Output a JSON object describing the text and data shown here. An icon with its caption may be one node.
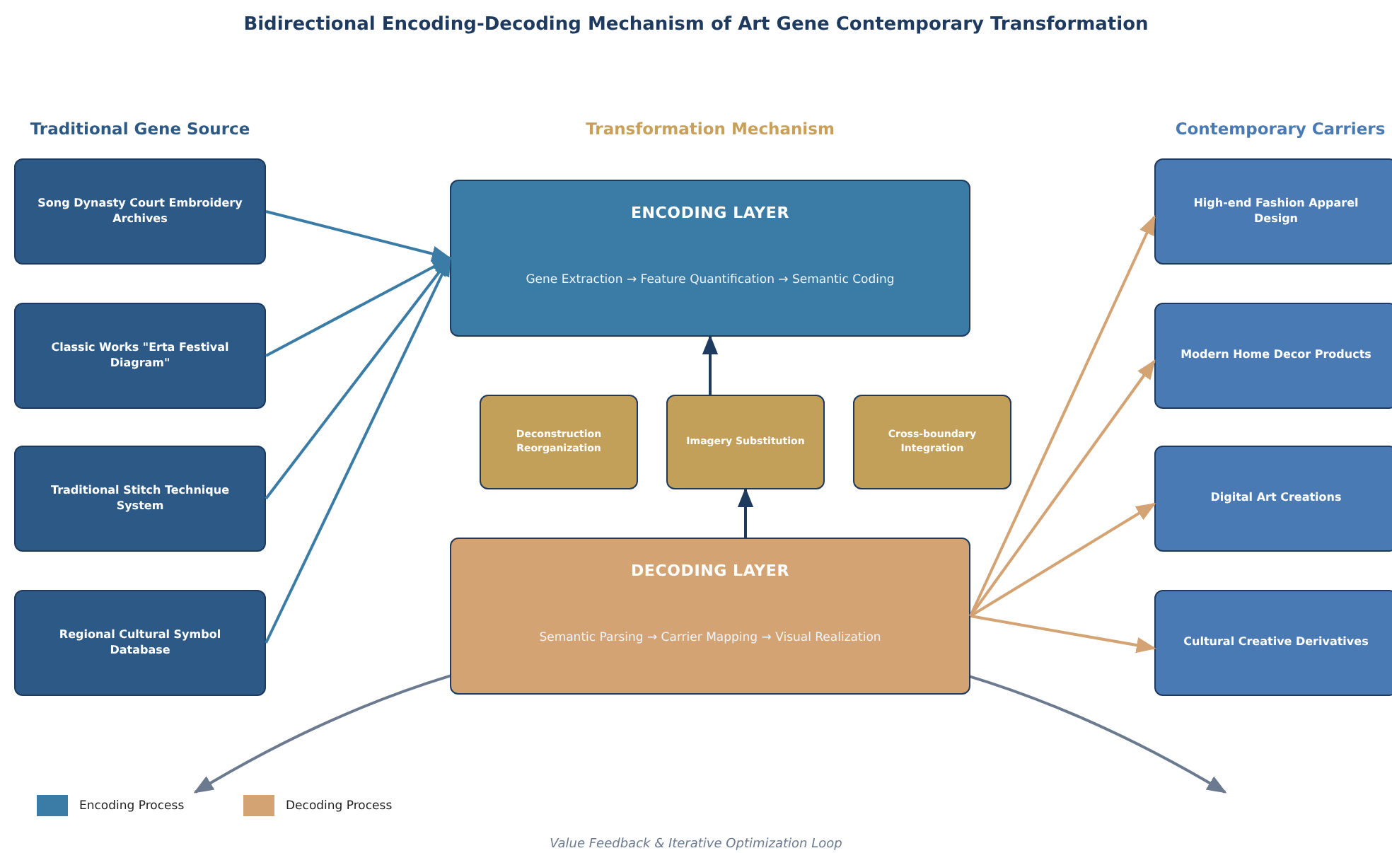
{
  "diagram": {
    "title": "Bidirectional Encoding-Decoding Mechanism of Art Gene Contemporary Transformation",
    "caption": "Value Feedback & Iterative Optimization Loop",
    "nodes": [
      {
        "text": [
          "Song Dynasty Court Embroidery Archives"
        ]
      },
      {
        "text": [
          "Classic Works \"Erta Festival Diagram\""
        ]
      },
      {
        "text": [
          "Traditional Stitch Technique System"
        ]
      },
      {
        "text": [
          "Regional Cultural Symbol Database"
        ]
      },
      {
        "text": [
          "ENCODING LAYER",
          "Gene Extraction → Feature Quantification → Semantic Coding"
        ]
      },
      {
        "text": [
          "Deconstruction Reorganization"
        ]
      },
      {
        "text": [
          "Imagery Substitution"
        ]
      },
      {
        "text": [
          "Cross-boundary Integration"
        ]
      },
      {
        "text": [
          "DECODING LAYER",
          "Semantic Parsing → Carrier Mapping → Visual Realization"
        ]
      },
      {
        "text": [
          "High-end Fashion Apparel Design"
        ]
      },
      {
        "text": [
          "Modern Home Decor Products"
        ]
      },
      {
        "text": [
          "Digital Art Creations"
        ]
      },
      {
        "text": [
          "Cultural Creative Derivatives"
        ]
      }
    ],
    "edges": [
      {
        "from": 0,
        "to": 4,
        "arrow": "to",
        "color": "#3a7ca5"
      },
      {
        "from": 1,
        "to": 4,
        "arrow": "to",
        "color": "#3a7ca5"
      },
      {
        "from": 2,
        "to": 4,
        "arrow": "to",
        "color": "#3a7ca5"
      },
      {
        "from": 3,
        "to": 4,
        "arrow": "to",
        "color": "#3a7ca5"
      },
      {
        "from": 8,
        "to": 6,
        "arrow": "to",
        "color": "#1f3a5f"
      },
      {
        "from": 6,
        "to": 4,
        "arrow": "to",
        "color": "#1f3a5f"
      },
      {
        "from": 8,
        "to": 9,
        "arrow": "to",
        "color": "#d4a373"
      },
      {
        "from": 8,
        "to": 10,
        "arrow": "to",
        "color": "#d4a373"
      },
      {
        "from": 8,
        "to": 11,
        "arrow": "to",
        "color": "#d4a373"
      },
      {
        "from": 8,
        "to": 12,
        "arrow": "to",
        "color": "#d4a373"
      }
    ],
    "labels": [
      "Traditional Gene Source",
      "Transformation Mechanism",
      "Contemporary Carriers"
    ],
    "legend": [
      {
        "text": "Encoding Process",
        "color": "#3a7ca5"
      },
      {
        "text": "Decoding Process",
        "color": "#d4a373"
      }
    ]
  }
}
